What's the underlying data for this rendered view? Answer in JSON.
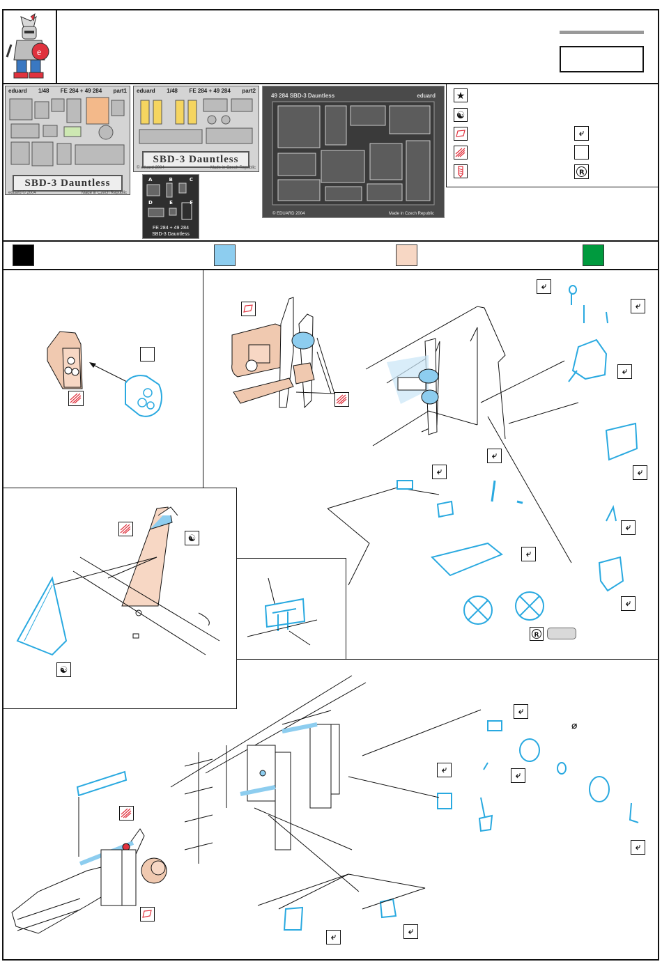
{
  "sheets": {
    "part1": {
      "brand": "eduard",
      "scale": "1/48",
      "code": "FE 284 + 49 284",
      "part": "part1",
      "title": "SBD-3 Dauntless",
      "foot_left": "eduard © 2004",
      "foot_right": "Made in Czech Republic"
    },
    "part2": {
      "brand": "eduard",
      "scale": "1/48",
      "code": "FE 284 + 49 284",
      "part": "part2",
      "title": "SBD-3 Dauntless",
      "foot_left": "© eduard 2004",
      "foot_right": "Made in Czech Republic"
    },
    "small": {
      "code": "FE 284 + 49 284",
      "title": "SBD-3 Dauntless",
      "letters": [
        "A",
        "B",
        "C",
        "D",
        "E",
        "F"
      ]
    },
    "big": {
      "code": "49 284",
      "title": "SBD-3 Dauntless",
      "brand": "eduard",
      "foot_left": "© EDUARD 2004",
      "foot_right": "Made in Czech Republic"
    }
  },
  "symbol_glyphs": {
    "star": "★",
    "yinyang": "☯",
    "bend": "⤶",
    "remove": "R",
    "drill": "⌀"
  },
  "colors": {
    "black": "#000000",
    "light_blue": "#8dcdef",
    "flesh": "#f7d7c4",
    "green": "#009a3e",
    "part_blue": "#29a9e0",
    "part_flesh": "#f0c9b0",
    "mark_red": "#e0323e",
    "highlight_blue": "#c9e6f6"
  },
  "icons": [
    "knight-logo",
    "star-icon",
    "yinyang-icon",
    "photo-etch-icon",
    "plastic-cut-icon",
    "drill-icon",
    "bend-icon",
    "empty-box-icon",
    "remove-icon"
  ]
}
